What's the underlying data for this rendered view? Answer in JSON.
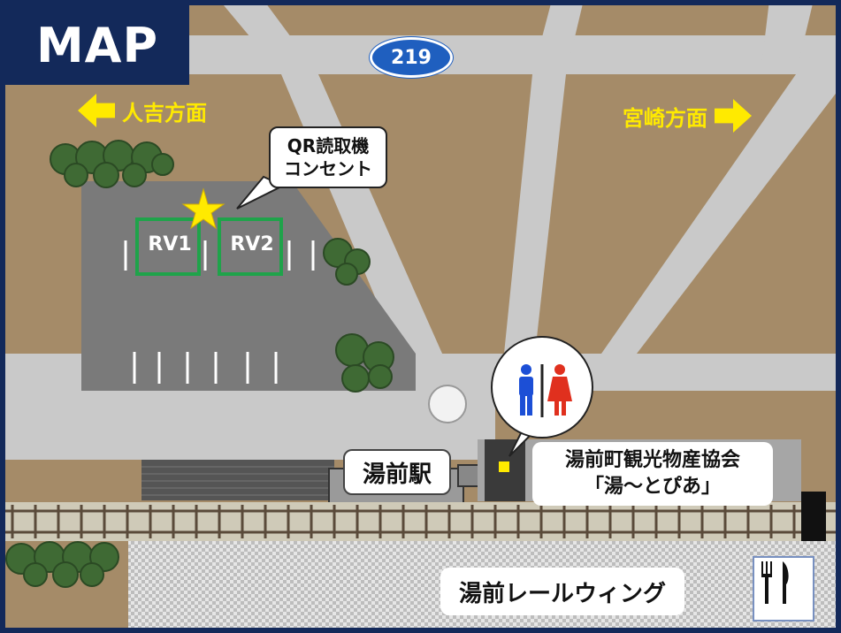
{
  "map": {
    "title": "MAP",
    "route_number": "219",
    "direction_left": "人吉方面",
    "direction_right": "宮崎方面",
    "callout": {
      "line1": "QR読取機",
      "line2": "コンセント"
    },
    "parking_spots": [
      "RV1",
      "RV2"
    ],
    "station_name": "湯前駅",
    "tourism_office": {
      "line1": "湯前町観光物産協会",
      "line2": "「湯～とぴあ」"
    },
    "rail_wing": "湯前レールウィング",
    "icons": {
      "restroom": "restroom-icon",
      "restaurant": "fork-knife-icon",
      "star": "star-icon"
    },
    "colors": {
      "title_bg": "#13295a",
      "direction_text": "#ffea00",
      "road": "#c9c9c9",
      "ground": "#a58b68",
      "parking": "#7a7a7a",
      "rv_border": "#1fa34a",
      "route_shield": "#1f5fbf"
    }
  }
}
